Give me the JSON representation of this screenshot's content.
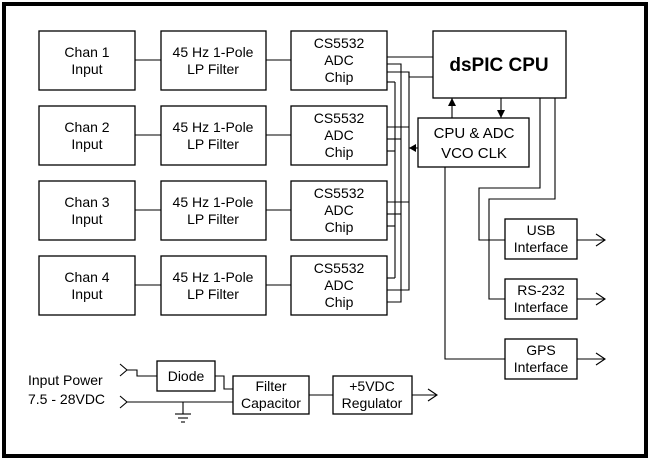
{
  "diagram": {
    "channels": [
      {
        "input": [
          "Chan 1",
          "Input"
        ],
        "filter": [
          "45 Hz 1-Pole",
          "LP Filter"
        ],
        "adc": [
          "CS5532",
          "ADC",
          "Chip"
        ]
      },
      {
        "input": [
          "Chan 2",
          "Input"
        ],
        "filter": [
          "45 Hz 1-Pole",
          "LP Filter"
        ],
        "adc": [
          "CS5532",
          "ADC",
          "Chip"
        ]
      },
      {
        "input": [
          "Chan 3",
          "Input"
        ],
        "filter": [
          "45 Hz 1-Pole",
          "LP Filter"
        ],
        "adc": [
          "CS5532",
          "ADC",
          "Chip"
        ]
      },
      {
        "input": [
          "Chan 4",
          "Input"
        ],
        "filter": [
          "45 Hz 1-Pole",
          "LP Filter"
        ],
        "adc": [
          "CS5532",
          "ADC",
          "Chip"
        ]
      }
    ],
    "cpu": "dsPIC CPU",
    "clock": [
      "CPU & ADC",
      "VCO CLK"
    ],
    "interfaces": [
      [
        "USB",
        "Interface"
      ],
      [
        "RS-232",
        "Interface"
      ],
      [
        "GPS",
        "Interface"
      ]
    ],
    "power": {
      "input_label": [
        "Input Power",
        "7.5 - 28VDC"
      ],
      "diode": "Diode",
      "filter": [
        "Filter",
        "Capacitor"
      ],
      "regulator": [
        "+5VDC",
        "Regulator"
      ]
    },
    "colors": {
      "line": "#000000",
      "background": "#ffffff"
    }
  }
}
